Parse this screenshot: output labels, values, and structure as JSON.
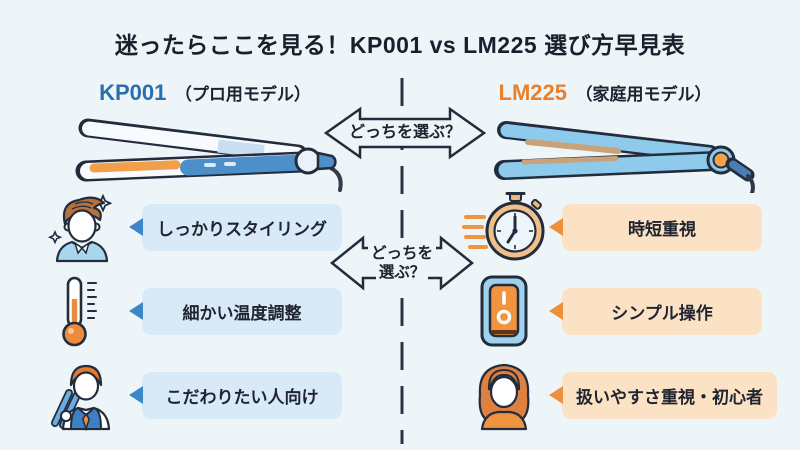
{
  "title": "迷ったらここを見る！KP001 vs LM225 選び方早見表",
  "center": {
    "top_question": "どっちを選ぶ？",
    "mid_question_line1": "どっちを",
    "mid_question_line2": "選ぶ？"
  },
  "kp001": {
    "model": "KP001",
    "model_type": "（プロ用モデル）",
    "features": [
      {
        "icon": "styled-hair-man-icon",
        "label": "しっかりスタイリング"
      },
      {
        "icon": "thermometer-icon",
        "label": "細かい温度調整"
      },
      {
        "icon": "barber-icon",
        "label": "こだわりたい人向け"
      }
    ]
  },
  "lm225": {
    "model": "LM225",
    "model_type": "（家庭用モデル）",
    "features": [
      {
        "icon": "stopwatch-icon",
        "label": "時短重視"
      },
      {
        "icon": "power-switch-icon",
        "label": "シンプル操作"
      },
      {
        "icon": "woman-icon",
        "label": "扱いやすさ重視・初心者"
      }
    ]
  },
  "colors": {
    "background": "#eef5f8",
    "kp001_accent": "#2a6fad",
    "lm225_accent": "#e8802d",
    "kp001_bubble": "#d8eaf7",
    "lm225_bubble": "#fbe2c4",
    "kp001_pointer": "#3b87c8",
    "lm225_pointer": "#ef8f3c",
    "text": "#1c2230",
    "divider": "#2b3443"
  }
}
